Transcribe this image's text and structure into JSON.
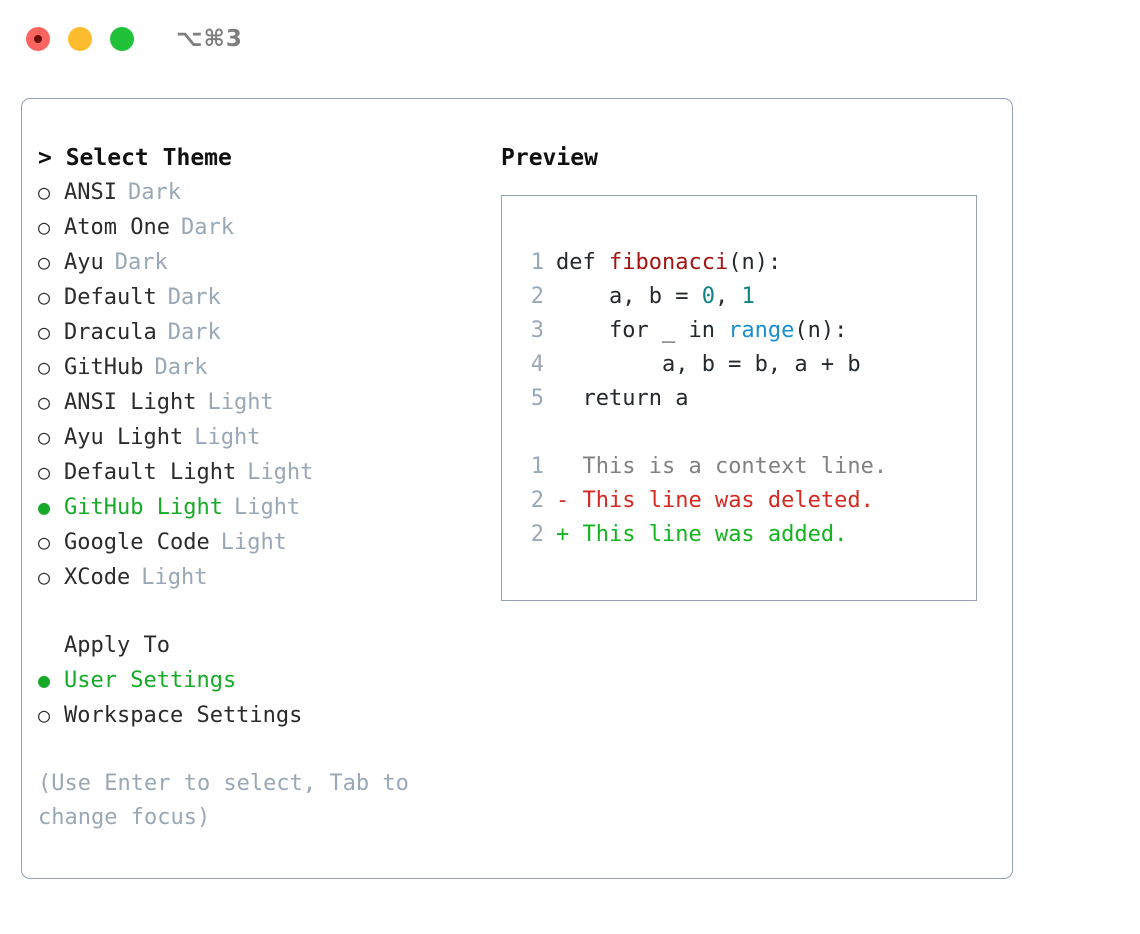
{
  "titlebar": {
    "title": "⌥⌘3",
    "buttons": [
      {
        "name": "close",
        "color": "#fb6560"
      },
      {
        "name": "minimize",
        "color": "#fdbc2e"
      },
      {
        "name": "maximize",
        "color": "#21c13a"
      }
    ]
  },
  "theme_picker": {
    "heading": "> Select Theme",
    "items": [
      {
        "bullet": "○",
        "label": "ANSI",
        "tag": "Dark",
        "selected": false
      },
      {
        "bullet": "○",
        "label": "Atom One",
        "tag": "Dark",
        "selected": false
      },
      {
        "bullet": "○",
        "label": "Ayu",
        "tag": "Dark",
        "selected": false
      },
      {
        "bullet": "○",
        "label": "Default",
        "tag": "Dark",
        "selected": false
      },
      {
        "bullet": "○",
        "label": "Dracula",
        "tag": "Dark",
        "selected": false
      },
      {
        "bullet": "○",
        "label": "GitHub",
        "tag": "Dark",
        "selected": false
      },
      {
        "bullet": "○",
        "label": "ANSI Light",
        "tag": "Light",
        "selected": false
      },
      {
        "bullet": "○",
        "label": "Ayu Light",
        "tag": "Light",
        "selected": false
      },
      {
        "bullet": "○",
        "label": "Default Light",
        "tag": "Light",
        "selected": false
      },
      {
        "bullet": "●",
        "label": "GitHub Light",
        "tag": "Light",
        "selected": true
      },
      {
        "bullet": "○",
        "label": "Google Code",
        "tag": "Light",
        "selected": false
      },
      {
        "bullet": "○",
        "label": "XCode",
        "tag": "Light",
        "selected": false
      }
    ]
  },
  "apply_to": {
    "heading": "Apply To",
    "items": [
      {
        "bullet": "●",
        "label": "User Settings",
        "selected": true
      },
      {
        "bullet": "○",
        "label": "Workspace Settings",
        "selected": false
      }
    ]
  },
  "hint": "(Use Enter to select, Tab to change focus)",
  "preview": {
    "title": "Preview",
    "code_lines": [
      {
        "no": "1",
        "segments": [
          {
            "text": "def ",
            "style": "plain"
          },
          {
            "text": "fibonacci",
            "style": "fn"
          },
          {
            "text": "(n):",
            "style": "plain"
          }
        ]
      },
      {
        "no": "2",
        "segments": [
          {
            "text": "    a, b = ",
            "style": "plain"
          },
          {
            "text": "0",
            "style": "num"
          },
          {
            "text": ", ",
            "style": "plain"
          },
          {
            "text": "1",
            "style": "num"
          }
        ]
      },
      {
        "no": "3",
        "segments": [
          {
            "text": "    for _ in ",
            "style": "plain"
          },
          {
            "text": "range",
            "style": "call"
          },
          {
            "text": "(n):",
            "style": "plain"
          }
        ]
      },
      {
        "no": "4",
        "segments": [
          {
            "text": "        a, b = b, a + b",
            "style": "plain"
          }
        ]
      },
      {
        "no": "5",
        "segments": [
          {
            "text": "  return a",
            "style": "plain"
          }
        ]
      }
    ],
    "diff_lines": [
      {
        "no": "1",
        "marker": " ",
        "text": " This is a context line.",
        "kind": "ctx"
      },
      {
        "no": "2",
        "marker": "-",
        "text": " This line was deleted.",
        "kind": "del"
      },
      {
        "no": "2",
        "marker": "+",
        "text": " This line was added.",
        "kind": "add"
      }
    ]
  },
  "colors": {
    "panel_border": "#94a2b3",
    "muted_tag": "#9aa7b6",
    "selected_green": "#17aa28",
    "diff_add": "#16b320",
    "diff_del": "#d42a21",
    "diff_ctx": "#818181",
    "syntax_function": "#a31515",
    "syntax_number": "#0d8484",
    "syntax_call": "#1a8fd0"
  }
}
